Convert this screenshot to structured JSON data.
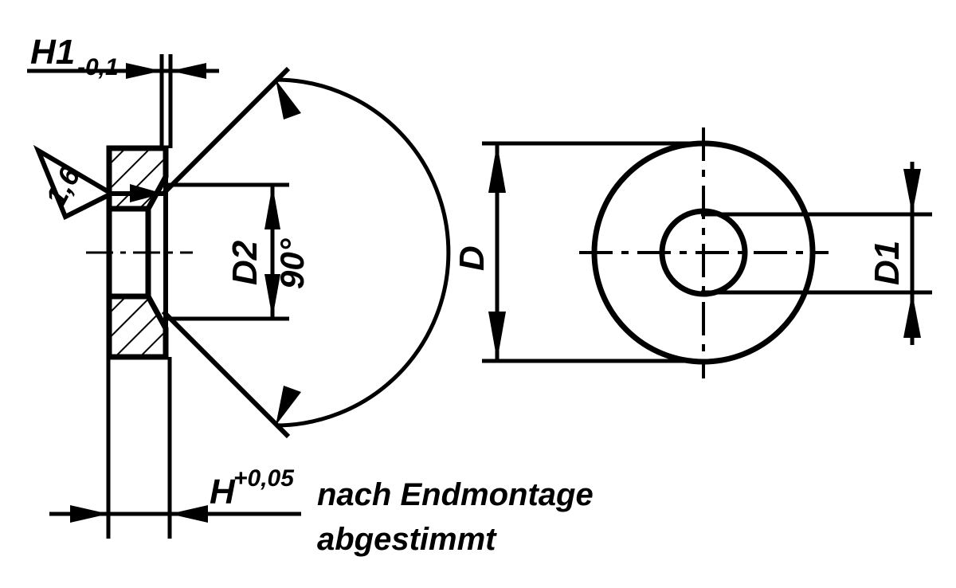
{
  "drawing": {
    "title": "Countersunk washer technical drawing",
    "stroke_color": "#000000",
    "background_color": "#ffffff",
    "views": {
      "section": {
        "name": "section-view",
        "description": "Cross-section of countersunk washer with hatching"
      },
      "plan": {
        "name": "plan-view",
        "description": "Top view showing outer diameter D and bore D1"
      }
    },
    "dimensions": {
      "h1": {
        "label": "H1",
        "tolerance": "-0,1",
        "name": "dimension-h1"
      },
      "h": {
        "label": "H",
        "tolerance": "+0,05",
        "name": "dimension-h"
      },
      "d": {
        "label": "D",
        "name": "dimension-d"
      },
      "d1": {
        "label": "D1",
        "name": "dimension-d1"
      },
      "d2": {
        "label": "D2",
        "name": "dimension-d2"
      },
      "angle": {
        "label": "90°",
        "name": "dimension-angle"
      }
    },
    "surface_finish": {
      "value": "1,6",
      "symbol": "roughness-checkmark",
      "name": "surface-finish-symbol"
    },
    "note": {
      "line1": "nach Endmontage",
      "line2": "abgestimmt"
    }
  }
}
